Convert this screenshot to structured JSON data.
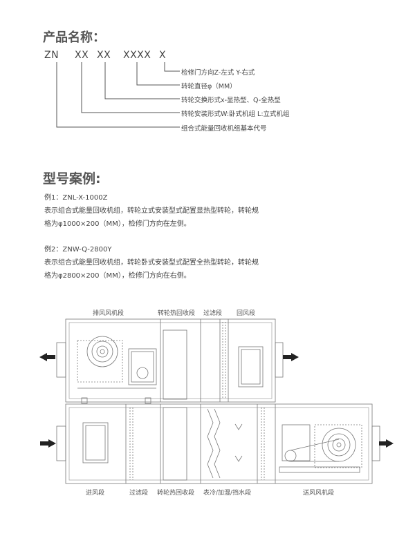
{
  "header": {
    "title": "产品名称："
  },
  "code": {
    "parts": [
      "ZN",
      "XX",
      "XX",
      "XXXX",
      "X"
    ]
  },
  "legend": [
    "检修门方向Z-左式 Y-右式",
    "转轮直径φ（MM）",
    "转轮交换形式x-显热型、Q-全热型",
    "转轮安装形式W:卧式机组 L:立式机组",
    "组合式能量回收机组基本代号"
  ],
  "examples": {
    "title": "型号案例:",
    "ex1": {
      "label": "例1：ZNL-X-1000Z",
      "line1": "表示组合式能量回收机组，转轮立式安装型式配置显热型转轮，转轮规",
      "line2": "格为φ1000×200（MM），检修门方向在左侧。"
    },
    "ex2": {
      "label": "例2：ZNW-Q-2800Y",
      "line1": "表示组合式能量回收机组，转轮卧式安装型式配置全热型转轮，转轮规",
      "line2": "格为φ2800×200（MM），检修门方向在右侧。"
    }
  },
  "diagram": {
    "top_labels": [
      "排风风机段",
      "转轮热回收段",
      "过滤段",
      "回风段"
    ],
    "bottom_labels": [
      "进风段",
      "过滤段",
      "转轮热回收段",
      "表冷/加湿/挡水段",
      "送风风机段"
    ]
  }
}
